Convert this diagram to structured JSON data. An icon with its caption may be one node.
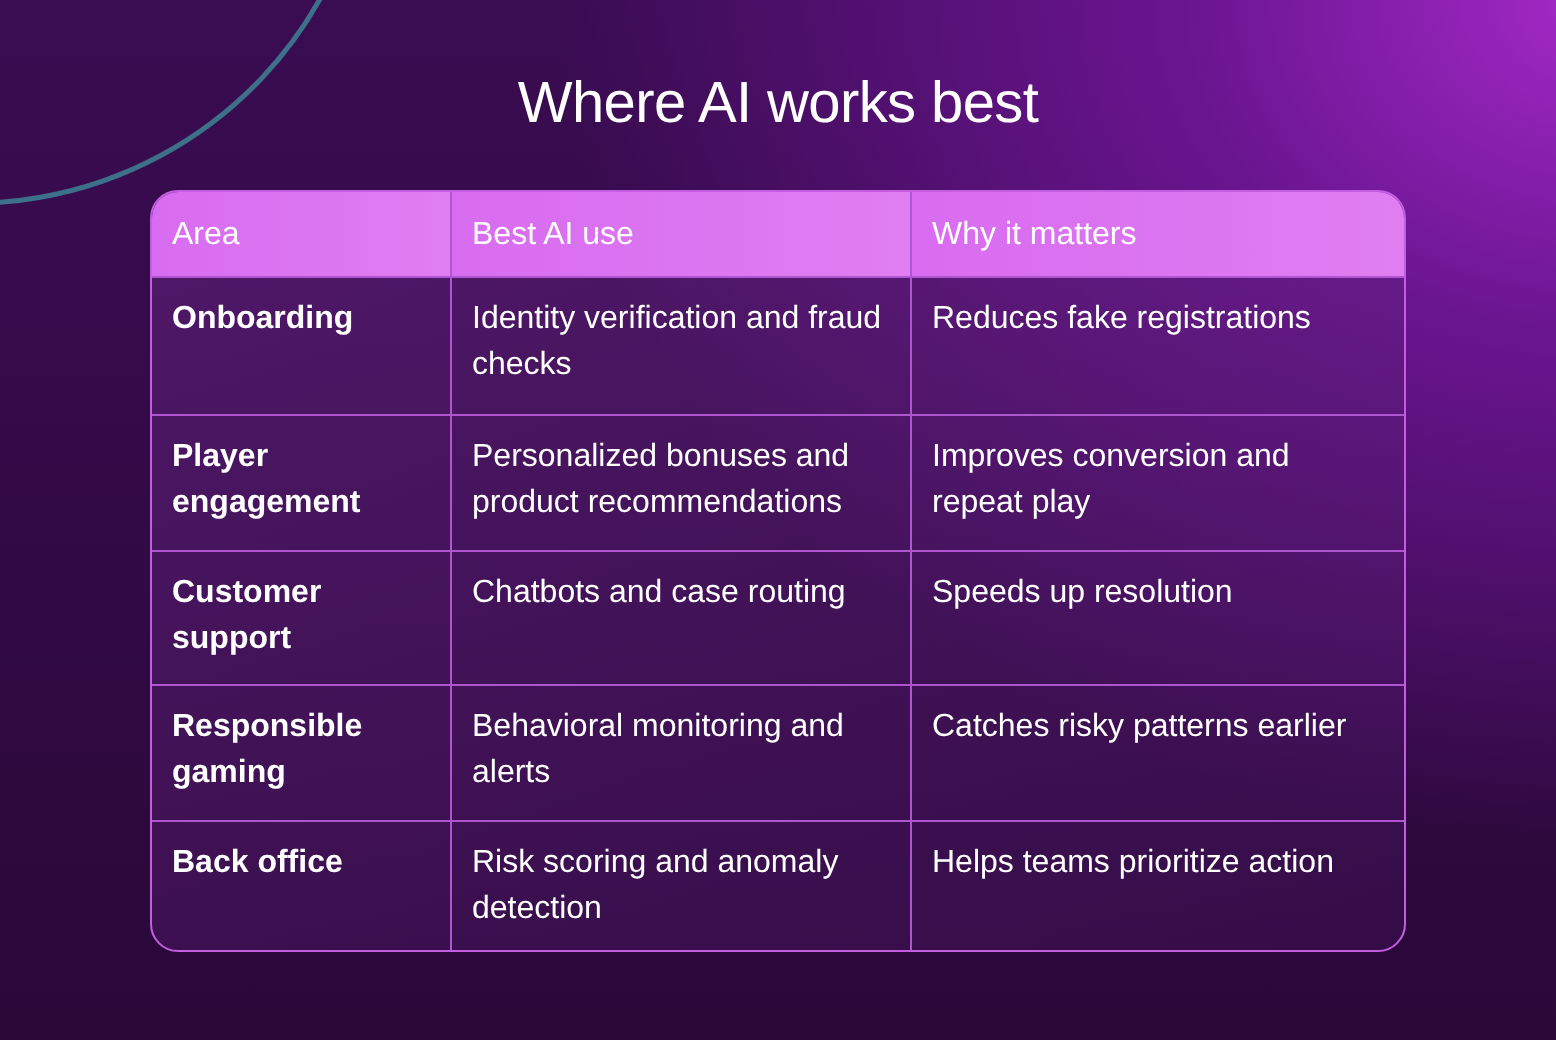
{
  "diagram": {
    "title": "Where AI works best",
    "labels": [
      "Area",
      "Best AI use",
      "Why it matters",
      "Onboarding",
      "Identity verification and fraud checks",
      "Reduces fake registrations",
      "Player engagement",
      "Personalized bonuses and product recommendations",
      "Improves conversion and repeat play",
      "Customer support",
      "Chatbots and case routing",
      "Speeds up resolution",
      "Responsible gaming",
      "Behavioral monitoring and alerts",
      "Catches risky patterns earlier",
      "Back office",
      "Risk scoring and anomaly detection",
      "Helps teams prioritize action"
    ]
  }
}
